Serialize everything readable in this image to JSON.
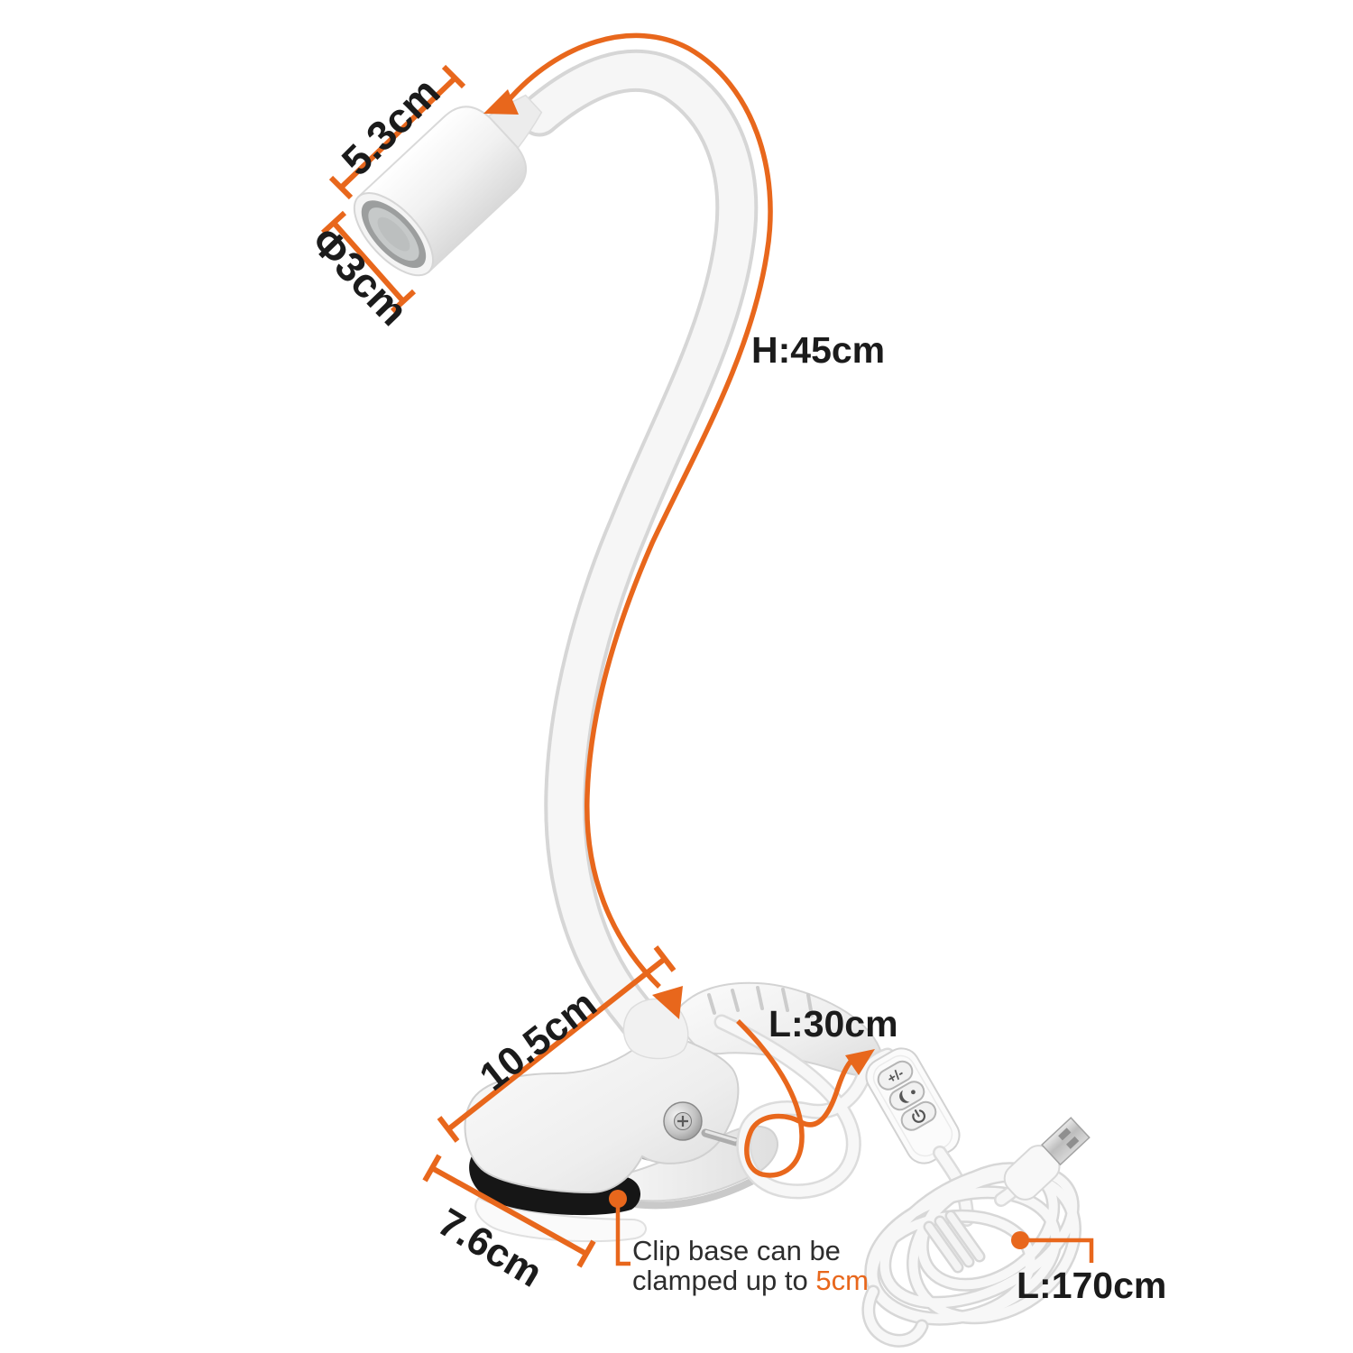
{
  "labels": {
    "head_length": "5.3cm",
    "head_diameter": "Φ3cm",
    "height": "H:45cm",
    "clip_length": "10.5cm",
    "cable_to_controller": "L:30cm",
    "base_width": "7.6cm",
    "cable_total": "L:170cm"
  },
  "note": {
    "line1": "Clip base can be",
    "line2_prefix": "clamped up to ",
    "highlight": "5cm"
  },
  "controller": {
    "buttons": [
      {
        "name": "brightness-adjust",
        "glyph": "+/-"
      },
      {
        "name": "color-temperature",
        "glyph": "crescent-icon"
      },
      {
        "name": "power",
        "glyph": "power-icon"
      }
    ]
  },
  "colors": {
    "accent": "#E8671C",
    "label_text": "#1B1B1B",
    "note_text": "#2D2D2D",
    "product_white": "#F6F6F6",
    "pad_black": "#161616"
  }
}
